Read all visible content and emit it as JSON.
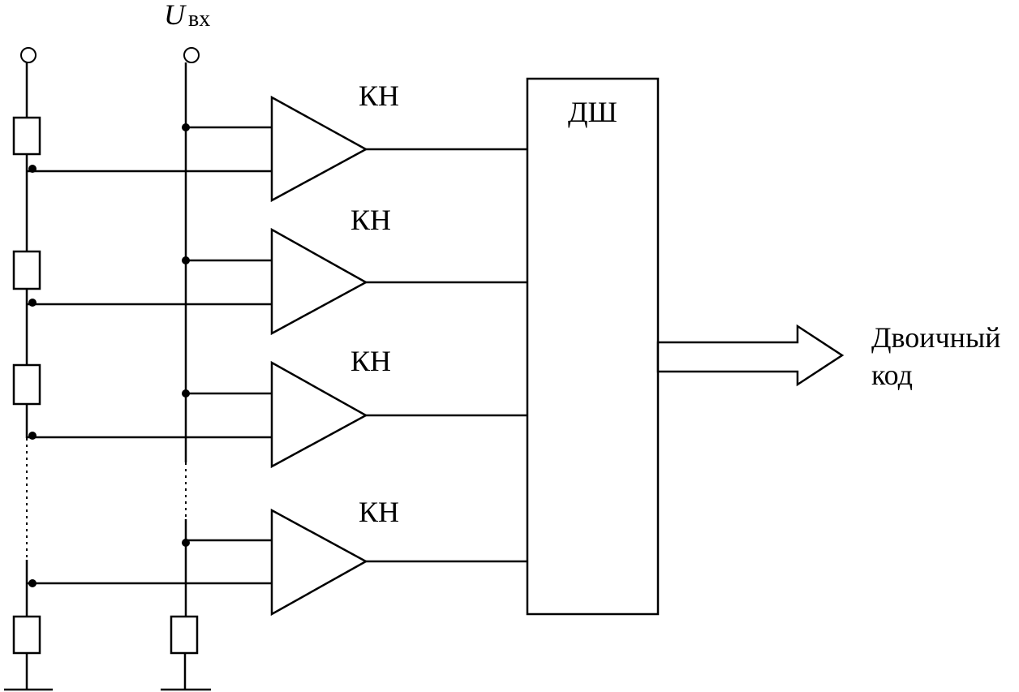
{
  "input_label": {
    "main": "U",
    "sub": "вх"
  },
  "comparator_label": "КН",
  "comparators": [
    {
      "label": "КН"
    },
    {
      "label": "КН"
    },
    {
      "label": "КН"
    },
    {
      "label": "КН"
    }
  ],
  "decoder_label": "ДШ",
  "output_label": {
    "line1": "Двоичный",
    "line2": "код"
  }
}
